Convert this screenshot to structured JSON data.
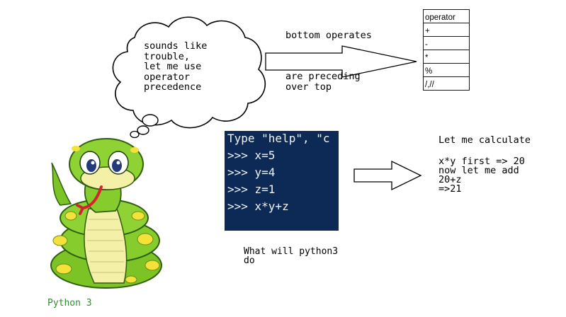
{
  "thought_bubble": {
    "text": "sounds like\ntrouble,\nlet me use\noperator\nprecedence"
  },
  "top_arrow": {
    "label_above": "bottom operates",
    "label_below": "are preceding\nover top"
  },
  "operator_table": {
    "rows": [
      "operator",
      "+",
      "-",
      "*",
      "%",
      "/,//"
    ]
  },
  "terminal": {
    "background": "#0d2a57",
    "lines": [
      "Type \"help\", \"c",
      ">>> x=5",
      ">>> y=4",
      ">>> z=1",
      ">>> x*y+z"
    ]
  },
  "calculation": {
    "title": "Let me calculate",
    "body": "x*y first => 20\nnow let me add\n20+z\n=>21"
  },
  "question": "What will python3\ndo",
  "mascot": {
    "icon": "python-snake-mascot-icon",
    "label": "Python 3",
    "label_color": "#2e8b2e"
  }
}
